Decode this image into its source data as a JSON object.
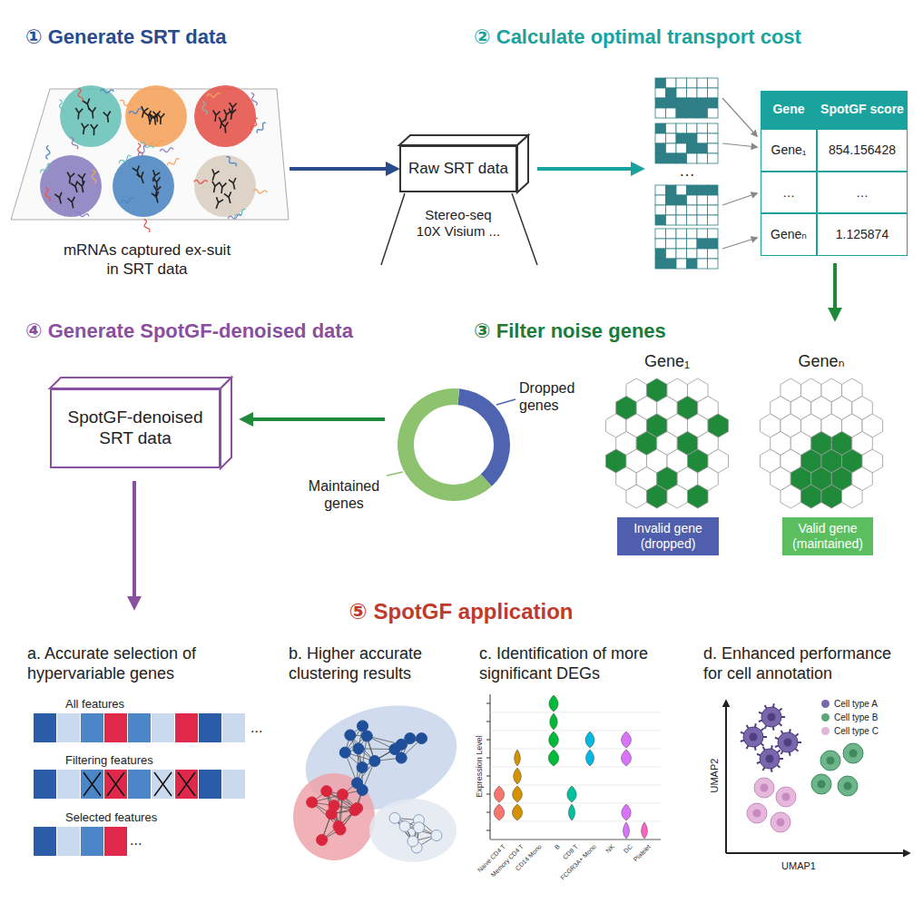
{
  "diagram": {
    "nodes": [
      {
        "text": [
          "mRNAs captured ex-suit in SRT data"
        ]
      },
      {
        "text": [
          "Raw SRT data",
          "Stereo-seq 10X Visium ..."
        ]
      },
      {
        "text": [
          "Gene",
          "SpotGF score",
          "Gene₁",
          "854.156428",
          "…",
          "…",
          "Geneₙ",
          "1.125874"
        ]
      },
      {
        "text": [
          "Invalid gene (dropped)"
        ]
      },
      {
        "text": [
          "Valid gene (maintained)"
        ]
      },
      {
        "text": [
          "SpotGF-denoised SRT data"
        ]
      }
    ],
    "edges": [
      {
        "from": 0,
        "to": 1,
        "arrow": "to"
      }
    ],
    "labels": [
      "① Generate SRT data",
      "② Calculate optimal transport cost",
      "…",
      "③ Filter noise genes",
      "④ Generate SpotGF-denoised data",
      "Gene₁",
      "Geneₙ",
      "Dropped genes",
      "Maintained genes",
      "⑤ SpotGF application",
      "a. Accurate selection of hypervariable genes",
      "All features",
      "Filtering features",
      "Selected features",
      "...",
      "...",
      "b. Higher accurate clustering results",
      "c. Identification of more significant DEGs",
      "Expression Level",
      "Naive CD4 T",
      "Memory CD4 T",
      "CD14 Mono",
      "B",
      "CD8 T",
      "FCGR3A+ Mono",
      "NK",
      "DC",
      "Platelet",
      "d. Enhanced performance for cell annotation",
      "UMAP2",
      "UMAP1"
    ],
    "legend": [
      {
        "text": "Cell type A",
        "color": "#7a66ad"
      },
      {
        "text": "Cell type B",
        "color": "#5aa87a"
      },
      {
        "text": "Cell type C",
        "color": "#e3b3d8"
      }
    ]
  }
}
